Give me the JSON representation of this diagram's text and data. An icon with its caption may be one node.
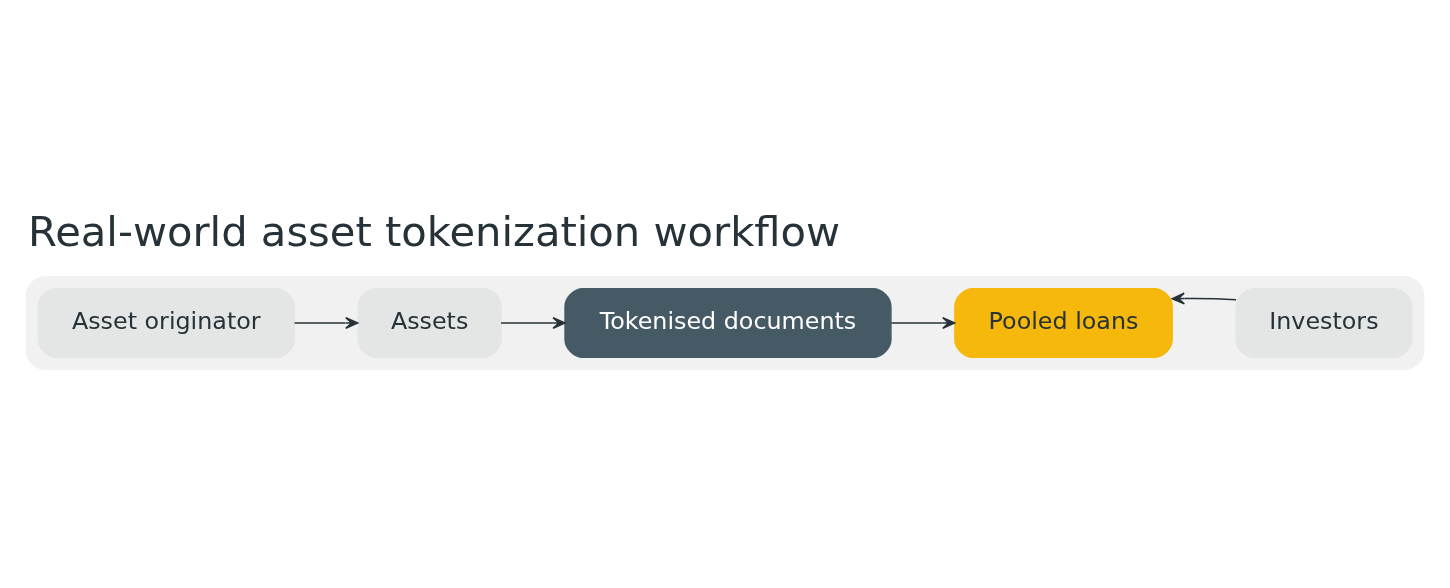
{
  "diagram": {
    "title": "Real-world asset tokenization workflow",
    "nodes": [
      {
        "text": [],
        "shape": "box"
      },
      {
        "text": [
          "Asset originator"
        ],
        "in": 0
      },
      {
        "text": [
          "Assets"
        ],
        "in": 0
      },
      {
        "text": [
          "Tokenised documents"
        ],
        "in": 0
      },
      {
        "text": [
          "Pooled loans"
        ],
        "in": 0
      },
      {
        "text": [
          "Investors"
        ],
        "in": 0
      }
    ],
    "edges": [
      {
        "from": 1,
        "to": 2,
        "arrow": "to"
      },
      {
        "from": 2,
        "to": 3,
        "arrow": "to"
      },
      {
        "from": 3,
        "to": 4,
        "arrow": "to"
      },
      {
        "from": 5,
        "to": 4,
        "arrow": "to"
      }
    ]
  }
}
